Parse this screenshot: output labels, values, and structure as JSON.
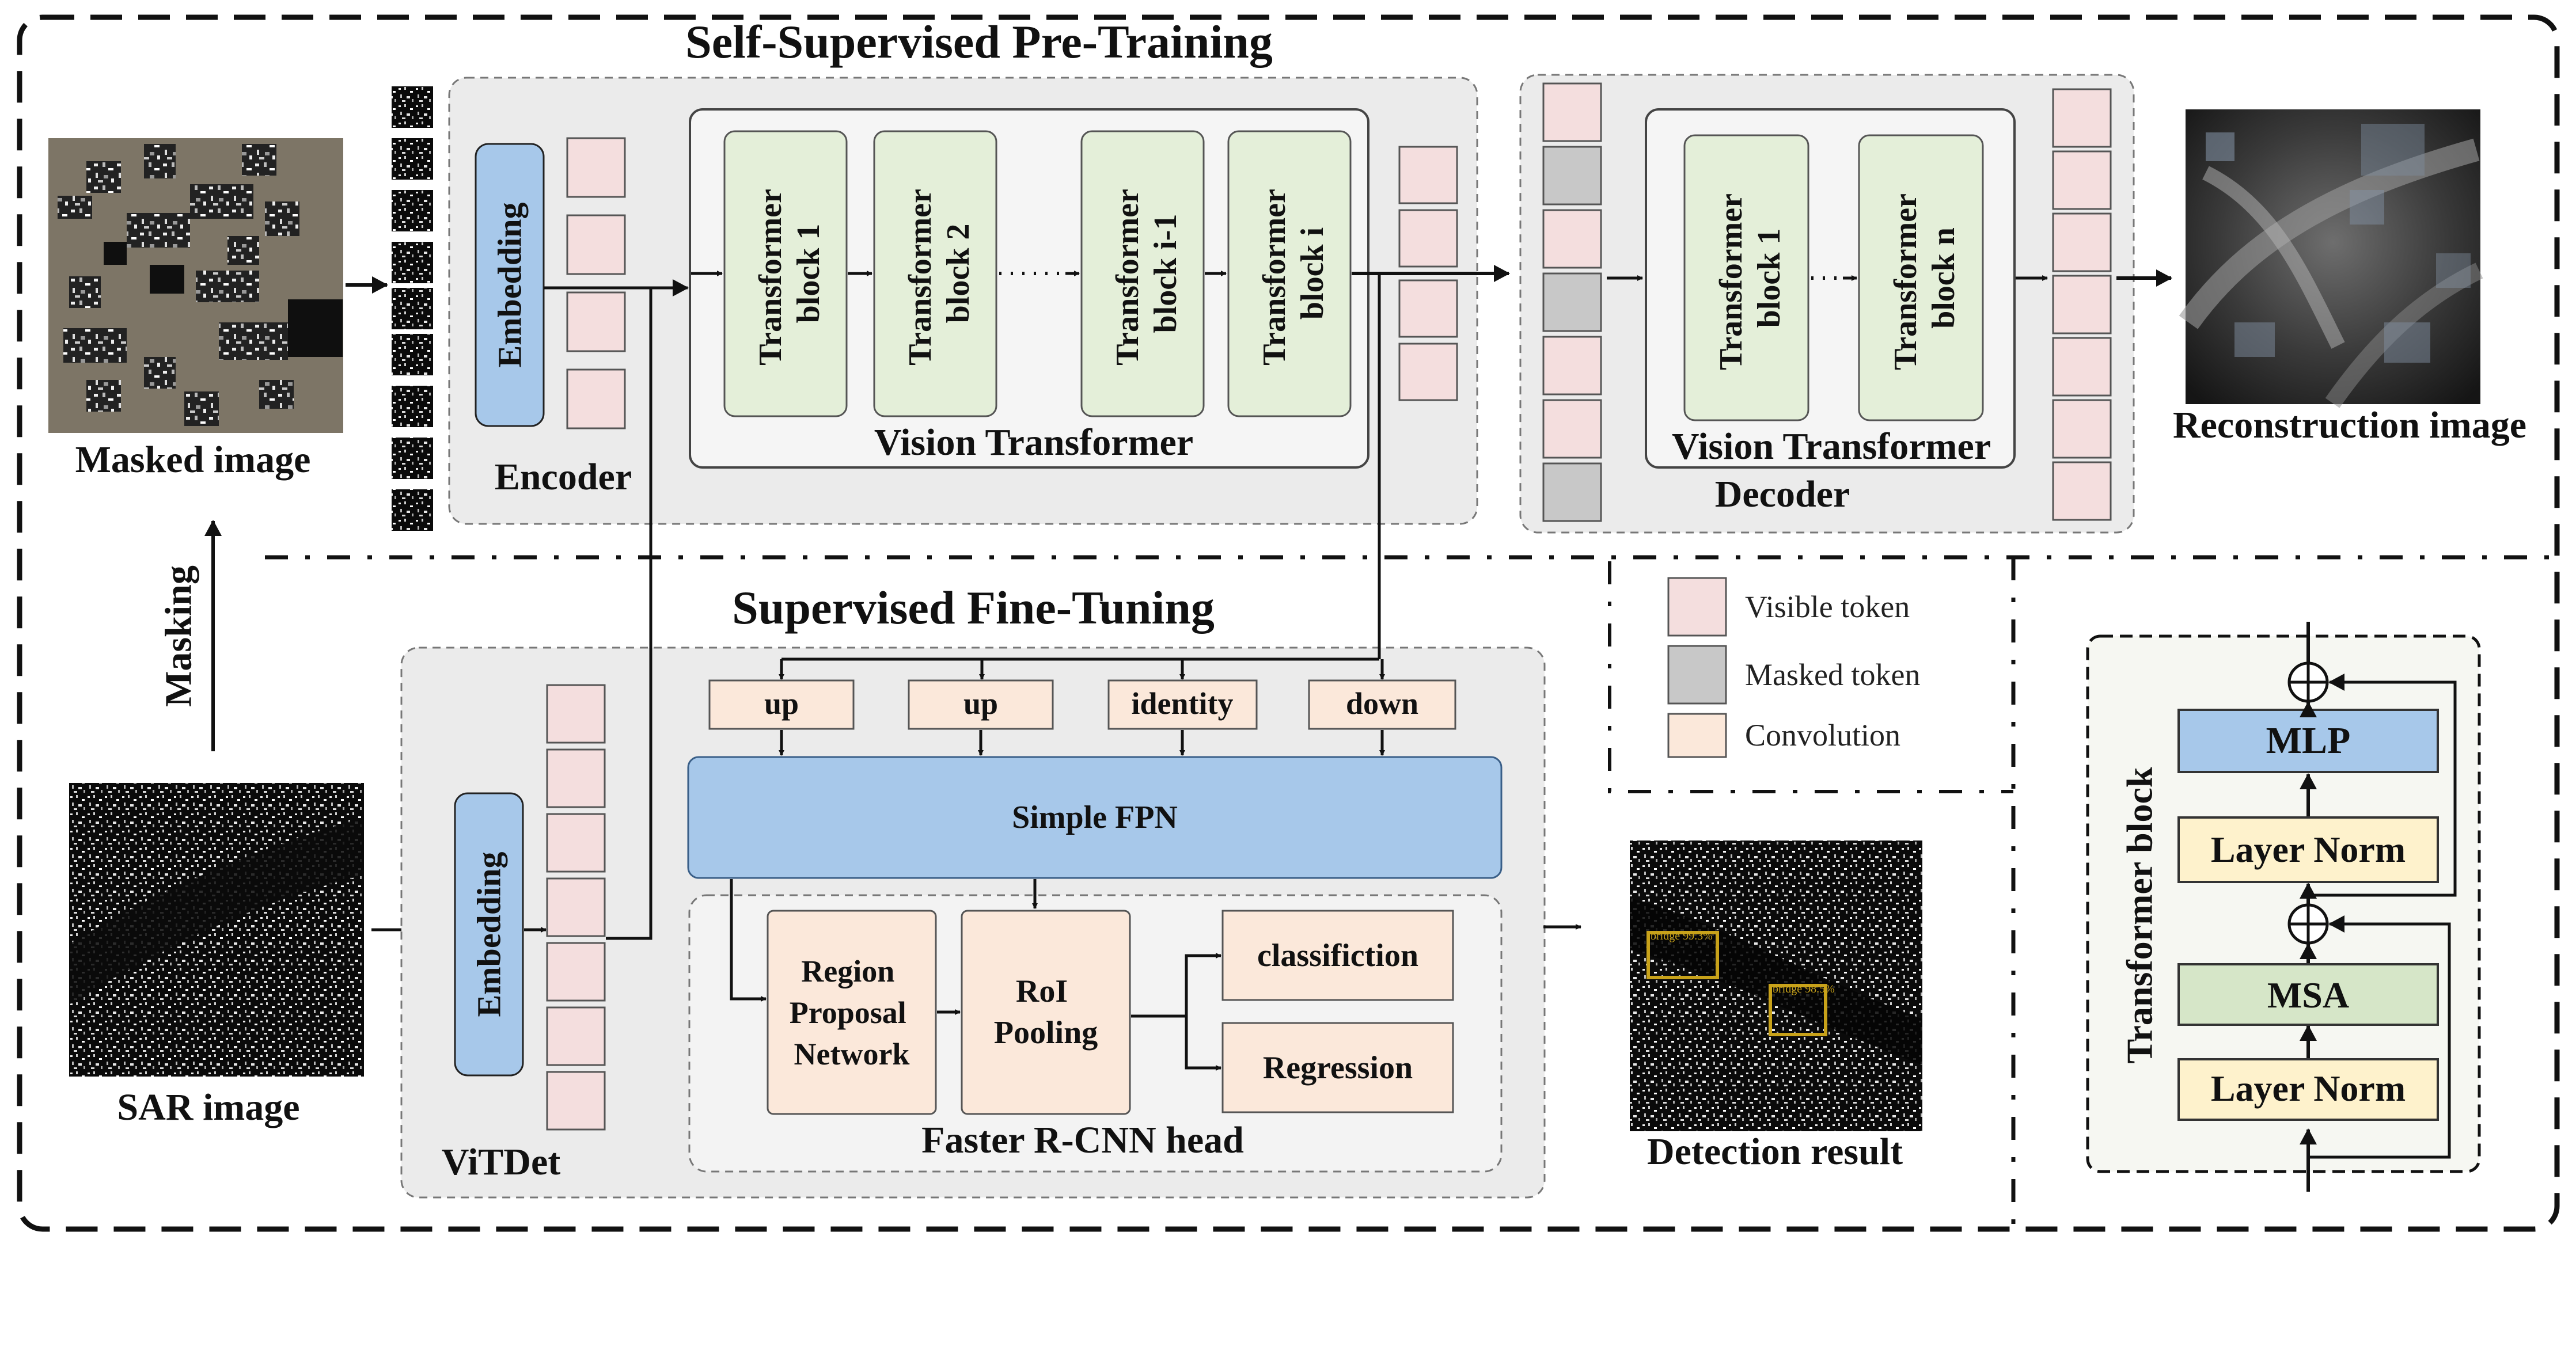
{
  "pretrain": {
    "title": "Self-Supervised Pre-Training",
    "masked_image_label": "Masked image",
    "encoder_label": "Encoder",
    "embedding": "Embedding",
    "vit_label": "Vision Transformer",
    "blocks": [
      {
        "line1": "Transformer",
        "line2": "block 1"
      },
      {
        "line1": "Transformer",
        "line2": "block 2"
      },
      {
        "line1": "Transformer",
        "line2": "block i-1"
      },
      {
        "line1": "Transformer",
        "line2": "block i"
      }
    ],
    "decoder_label": "Decoder",
    "decoder_vit_label": "Vision Transformer",
    "decoder_blocks": [
      {
        "line1": "Transformer",
        "line2": "block 1"
      },
      {
        "line1": "Transformer",
        "line2": "block n"
      }
    ],
    "reconstruction_label": "Reconstruction image"
  },
  "masking_label": "Masking",
  "finetune": {
    "title": "Supervised Fine-Tuning",
    "sar_label": "SAR image",
    "embedding": "Embedding",
    "vitdet_label": "ViTDet",
    "convs": [
      "up",
      "up",
      "identity",
      "down"
    ],
    "fpn": "Simple FPN",
    "rpn": [
      "Region",
      "Proposal",
      "Network"
    ],
    "roi": [
      "RoI",
      "Pooling"
    ],
    "cls": "classifiction",
    "reg": "Regression",
    "head_label": "Faster R-CNN head",
    "detection_label": "Detection result",
    "detections": [
      "bridge 99.3%",
      "bridge 98.5%"
    ]
  },
  "legend": {
    "items": [
      {
        "label": "Visible token",
        "color": "#f4dede"
      },
      {
        "label": "Masked token",
        "color": "#c8c8c8"
      },
      {
        "label": "Convolution",
        "color": "#fbe8da"
      }
    ]
  },
  "transformer_block": {
    "title": "Transformer block",
    "mlp": "MLP",
    "norm_top": "Layer Norm",
    "msa": "MSA",
    "norm_bottom": "Layer Norm"
  },
  "colors": {
    "token_pink": "#f4dede",
    "token_gray": "#c8c8c8",
    "conv": "#fbe8da",
    "embedding_blue": "#a7c8ea",
    "block_green": "#e4efd9",
    "panel_gray": "#ebebeb",
    "msa_green": "#d6e6c8",
    "norm_yellow": "#fef2cc",
    "mlp_blue": "#a7c8ea"
  }
}
